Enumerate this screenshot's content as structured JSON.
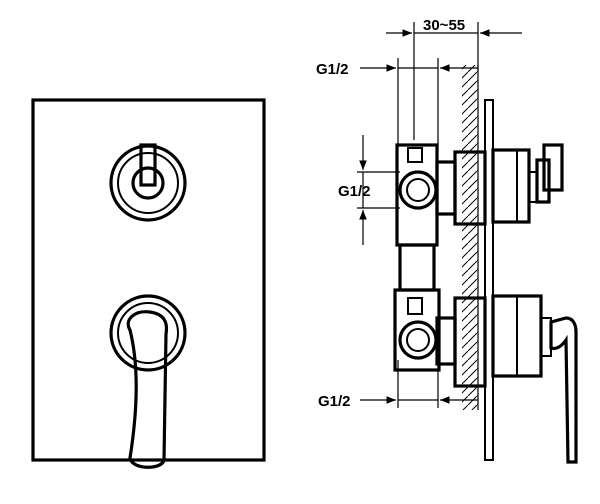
{
  "labels": {
    "depth_range": "30~55",
    "thread_top": "G1/2",
    "thread_middle": "G1/2",
    "thread_bottom": "G1/2"
  }
}
